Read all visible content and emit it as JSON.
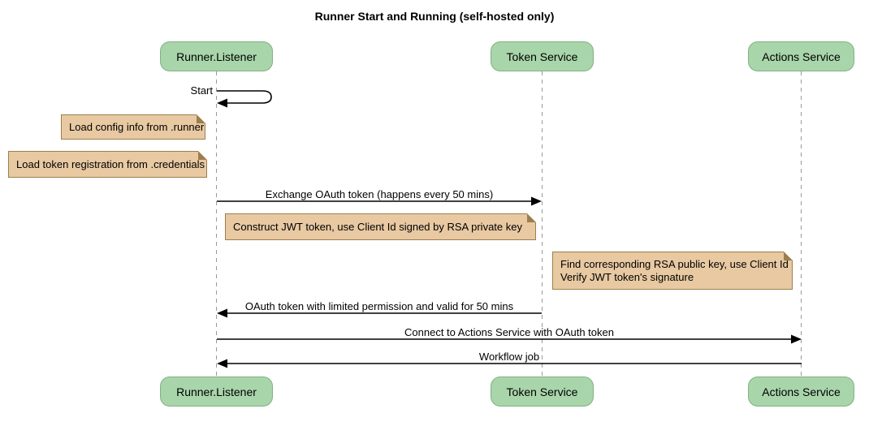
{
  "title": "Runner Start and Running (self-hosted only)",
  "diagram_type": "sequence",
  "participants": [
    {
      "label": "Runner.Listener"
    },
    {
      "label": "Token Service"
    },
    {
      "label": "Actions Service"
    }
  ],
  "messages": [
    {
      "label": "Start",
      "from": "Runner.Listener",
      "to": "Runner.Listener",
      "kind": "self"
    },
    {
      "label": "Exchange OAuth token (happens every 50 mins)",
      "from": "Runner.Listener",
      "to": "Token Service",
      "kind": "solid"
    },
    {
      "label": "OAuth token with limited permission and valid for 50 mins",
      "from": "Token Service",
      "to": "Runner.Listener",
      "kind": "solid"
    },
    {
      "label": "Connect to Actions Service with OAuth token",
      "from": "Runner.Listener",
      "to": "Actions Service",
      "kind": "solid"
    },
    {
      "label": "Workflow job",
      "from": "Actions Service",
      "to": "Runner.Listener",
      "kind": "solid"
    }
  ],
  "notes": [
    {
      "lines": [
        "Load config info from .runner"
      ]
    },
    {
      "lines": [
        "Load token registration from .credentials"
      ]
    },
    {
      "lines": [
        "Construct JWT token, use Client Id signed by RSA private key"
      ]
    },
    {
      "lines": [
        "Find corresponding RSA public key, use Client Id",
        "Verify JWT token's signature"
      ]
    }
  ],
  "colors": {
    "background": "#ffffff",
    "text": "#000000",
    "participant_fill": "#a8d5aa",
    "participant_border": "#82b184",
    "note_fill": "#e8c9a2",
    "note_border": "#9c7e4e",
    "lifeline": "#999999",
    "arrow": "#000000"
  }
}
